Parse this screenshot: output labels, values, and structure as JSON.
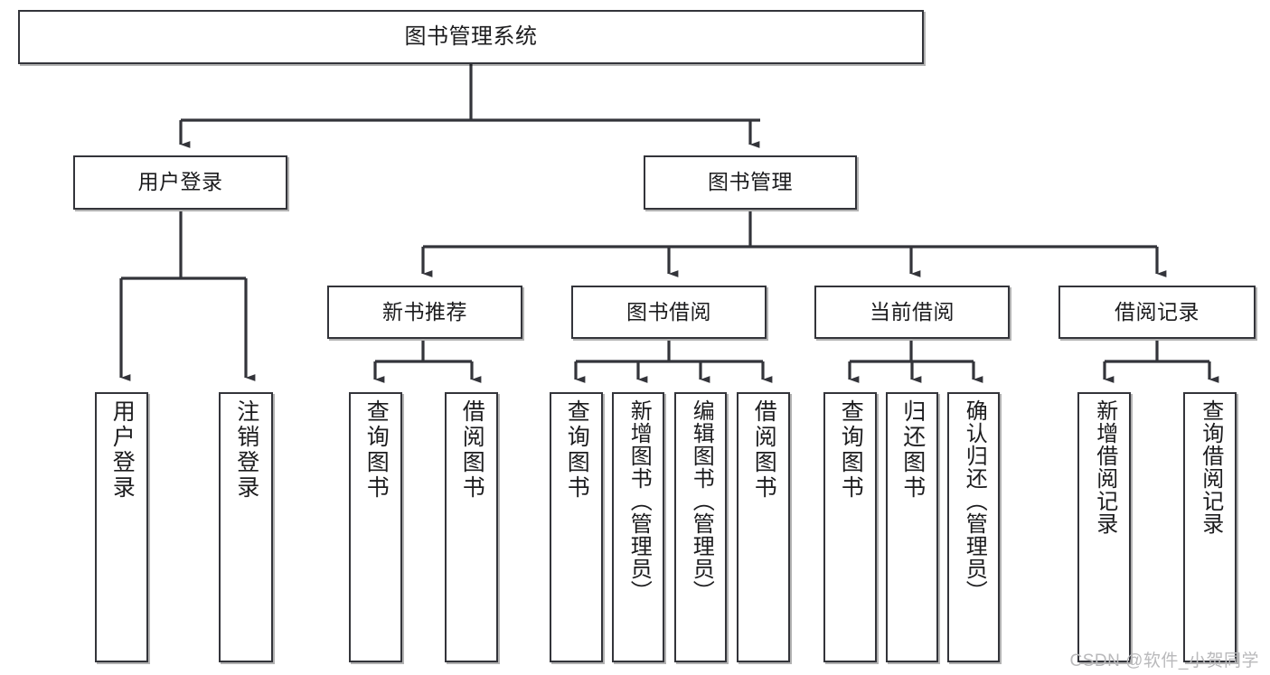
{
  "diagram": {
    "title": "图书管理系统",
    "type": "tree",
    "watermark": "CSDN @软件_小贺同学",
    "colors": {
      "background": "#ffffff",
      "box_border": "#33343a",
      "connector": "#33343a",
      "text": "#1c1c1e",
      "watermark": "#b9b9bb"
    },
    "nodes": {
      "root": {
        "label": "图书管理系统"
      },
      "level2": [
        {
          "id": "user-login",
          "label": "用户登录"
        },
        {
          "id": "book-management",
          "label": "图书管理"
        }
      ],
      "level3": [
        {
          "id": "new-book-recommend",
          "label": "新书推荐"
        },
        {
          "id": "book-borrow",
          "label": "图书借阅"
        },
        {
          "id": "current-borrow",
          "label": "当前借阅"
        },
        {
          "id": "borrow-record",
          "label": "借阅记录"
        }
      ],
      "leaves": [
        {
          "id": "leaf-user-login",
          "label": "用户登录",
          "parent": "user-login"
        },
        {
          "id": "leaf-logout-login",
          "label": "注销登录",
          "parent": "user-login"
        },
        {
          "id": "leaf-query-book-1",
          "label": "查询图书",
          "parent": "new-book-recommend"
        },
        {
          "id": "leaf-borrow-book-1",
          "label": "借阅图书",
          "parent": "new-book-recommend"
        },
        {
          "id": "leaf-query-book-2",
          "label": "查询图书",
          "parent": "book-borrow"
        },
        {
          "id": "leaf-add-book",
          "label": "新增图书（管理员）",
          "parent": "book-borrow"
        },
        {
          "id": "leaf-edit-book",
          "label": "编辑图书（管理员）",
          "parent": "book-borrow"
        },
        {
          "id": "leaf-borrow-book-2",
          "label": "借阅图书",
          "parent": "book-borrow"
        },
        {
          "id": "leaf-query-book-3",
          "label": "查询图书",
          "parent": "current-borrow"
        },
        {
          "id": "leaf-return-book",
          "label": "归还图书",
          "parent": "current-borrow"
        },
        {
          "id": "leaf-confirm-return",
          "label": "确认归还（管理员）",
          "parent": "current-borrow"
        },
        {
          "id": "leaf-add-record",
          "label": "新增借阅记录",
          "parent": "borrow-record"
        },
        {
          "id": "leaf-query-record",
          "label": "查询借阅记录",
          "parent": "borrow-record"
        }
      ]
    }
  }
}
